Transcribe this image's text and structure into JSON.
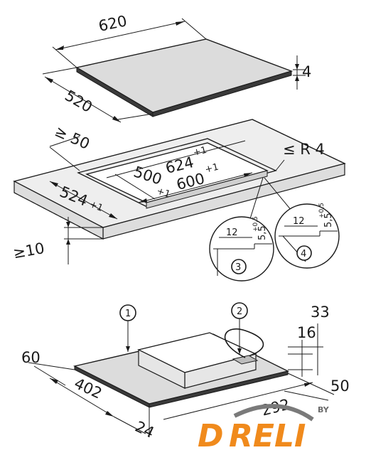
{
  "top_view": {
    "width_label": "620",
    "depth_label": "520",
    "thickness_label": "4"
  },
  "cutout_view": {
    "min_edge_label": "≥ 50",
    "radius_label": "≤ R 4",
    "depth_label": "524",
    "depth_tol": "+1",
    "cut_width_label": "500",
    "cut_width_tol": "+1",
    "cut_width2_label": "600",
    "cut_width2_tol": "+1",
    "rebate_width_label": "624",
    "rebate_width_tol": "+1",
    "min_thickness_label": "≥10"
  },
  "details": {
    "d3": {
      "number": "3",
      "w": "12",
      "h": "5,5",
      "tol": "+0,5"
    },
    "d4": {
      "number": "4",
      "w": "12",
      "h": "5,5",
      "tol": "+0,5"
    }
  },
  "bottom_view": {
    "callout1": "1",
    "callout2": "2",
    "dim_60": "60",
    "dim_402": "402",
    "dim_24": "24",
    "dim_292": "292",
    "dim_50": "50",
    "dim_16": "16",
    "dim_33": "33"
  },
  "logo": {
    "text_d": "D",
    "text_rest": "RELI",
    "by": "BY",
    "accent": "#f08a1c",
    "arc": "#7a7a7a"
  }
}
